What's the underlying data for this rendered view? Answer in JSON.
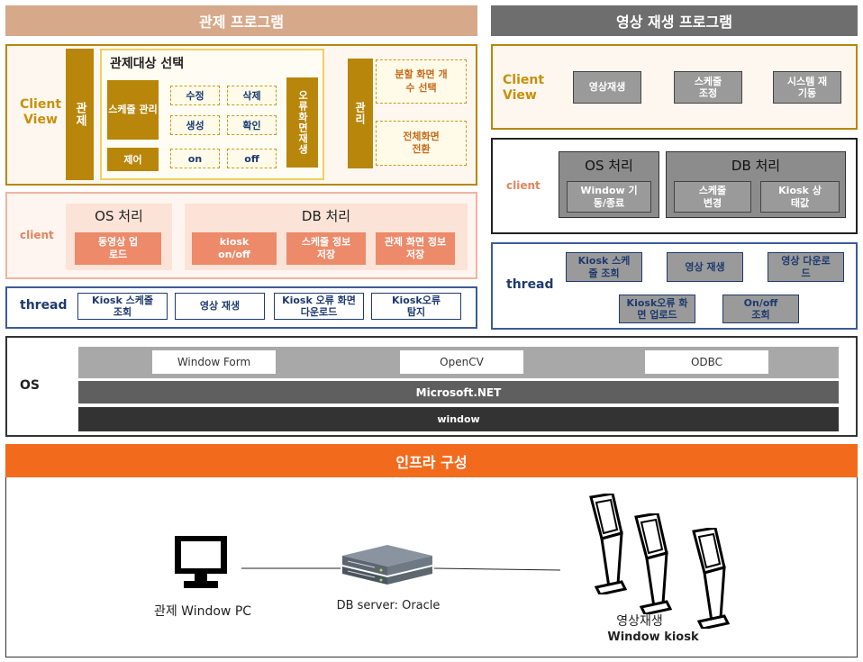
{
  "left_program": {
    "title": "관제 프로그램",
    "client_view": {
      "label": "Client View",
      "vertical_label_1": "관제",
      "select_title": "관제대상 선택",
      "schedule_manage": "스케줄 관리",
      "control": "제어",
      "edit": "수정",
      "delete": "삭제",
      "create": "생성",
      "confirm": "확인",
      "on": "on",
      "off": "off",
      "error_screen_replay": "오류화면재생",
      "vertical_label_2": "관리",
      "split_screen_select": "분할 화면 개수 선택",
      "fullscreen_switch": "전체화면 전환"
    },
    "client": {
      "label": "client",
      "os_title": "OS 처리",
      "os_item": "동영상 업로드",
      "db_title": "DB 처리",
      "db_items": [
        "kiosk on/off",
        "스케줄 정보저장",
        "관제 화면 정보 저장"
      ]
    },
    "thread": {
      "label": "thread",
      "items": [
        "Kiosk 스케줄 조회",
        "영상 재생",
        "Kiosk 오류 화면 다운로드",
        "Kiosk오류 탐지"
      ]
    }
  },
  "right_program": {
    "title": "영상 재생 프로그램",
    "client_view": {
      "label": "Client View",
      "items": [
        "영상재생",
        "스케줄 조정",
        "시스템 재기동"
      ]
    },
    "client": {
      "label": "client",
      "os_title": "OS 처리",
      "os_item": "Window 기동/종료",
      "db_title": "DB 처리",
      "db_items": [
        "스케줄 변경",
        "Kiosk 상태값"
      ]
    },
    "thread": {
      "label": "thread",
      "items": [
        "Kiosk 스케줄 조회",
        "영상 재생",
        "영상 다운로드",
        "Kiosk오류 화면 업로드",
        "On/off 조회"
      ]
    }
  },
  "os_layer": {
    "label": "OS",
    "components": [
      "Window Form",
      "OpenCV",
      "ODBC"
    ],
    "framework": "Microsoft.NET",
    "base": "window"
  },
  "infra": {
    "title": "인프라 구성",
    "pc_label": "관제 Window PC",
    "db_label": "DB server: Oracle",
    "kiosk_label_1": "영상재생",
    "kiosk_label_2": "Window kiosk"
  },
  "colors": {
    "left_banner": "#d6a98a",
    "right_banner": "#6e6e6e",
    "gold": "#b8860b",
    "salmon": "#ec8a6a",
    "navy": "#1f3a6e",
    "infra_banner": "#f26b1d"
  }
}
